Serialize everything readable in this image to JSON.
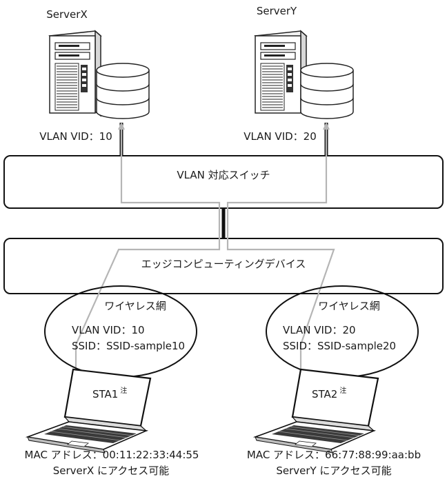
{
  "servers": [
    {
      "name": "ServerX",
      "vlan": "VLAN VID：10"
    },
    {
      "name": "ServerY",
      "vlan": "VLAN VID：20"
    }
  ],
  "switch": {
    "label": "VLAN 対応スイッチ"
  },
  "edge": {
    "label": "エッジコンピューティングデバイス"
  },
  "wireless": [
    {
      "title": "ワイヤレス網",
      "vlan": "VLAN VID：10",
      "ssid": "SSID：SSID-sample10"
    },
    {
      "title": "ワイヤレス網",
      "vlan": "VLAN VID：20",
      "ssid": "SSID：SSID-sample20"
    }
  ],
  "stations": [
    {
      "name": "STA1",
      "note": "注",
      "mac": "MAC アドレス：00:11:22:33:44:55",
      "access": "ServerX にアクセス可能"
    },
    {
      "name": "STA2",
      "note": "注",
      "mac": "MAC アドレス：66:77:88:99:aa:bb",
      "access": "ServerY にアクセス可能"
    }
  ]
}
